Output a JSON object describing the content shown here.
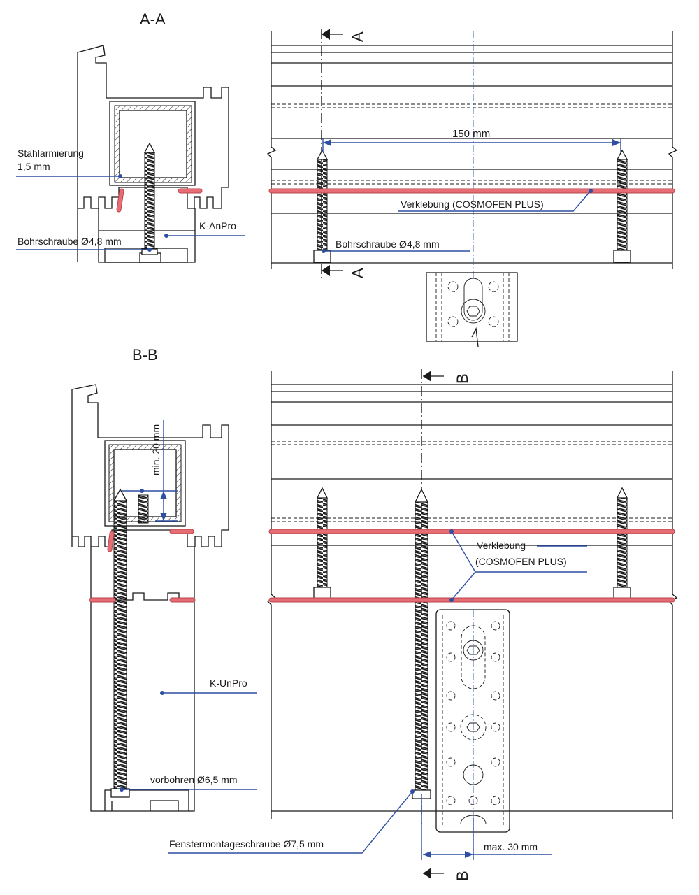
{
  "sections": {
    "aa": {
      "title": "A-A",
      "cut_mark": "A"
    },
    "bb": {
      "title": "B-B",
      "cut_mark": "B"
    }
  },
  "labels": {
    "steel_line1": "Stahlarmierung",
    "steel_line2": "1,5 mm",
    "anpro": "K-AnPro",
    "drill_screw_left": "Bohrschraube Ø4,8 mm",
    "drill_screw_right": "Bohrschraube Ø4,8 mm",
    "spacing": "150 mm",
    "glue_a": "Verklebung (COSMOFEN PLUS)",
    "glue_b_line1": "Verklebung",
    "glue_b_line2": "(COSMOFEN PLUS)",
    "min_depth": "min. 20 mm",
    "unpro": "K-UnPro",
    "predrill": "vorbohren Ø6,5 mm",
    "frame_screw": "Fenstermontageschraube Ø7,5 mm",
    "max_dist": "max. 30 mm"
  },
  "colors": {
    "leader": "#2f4fa2",
    "adhesive": "#e56d73",
    "outline": "#1a1a1a"
  }
}
